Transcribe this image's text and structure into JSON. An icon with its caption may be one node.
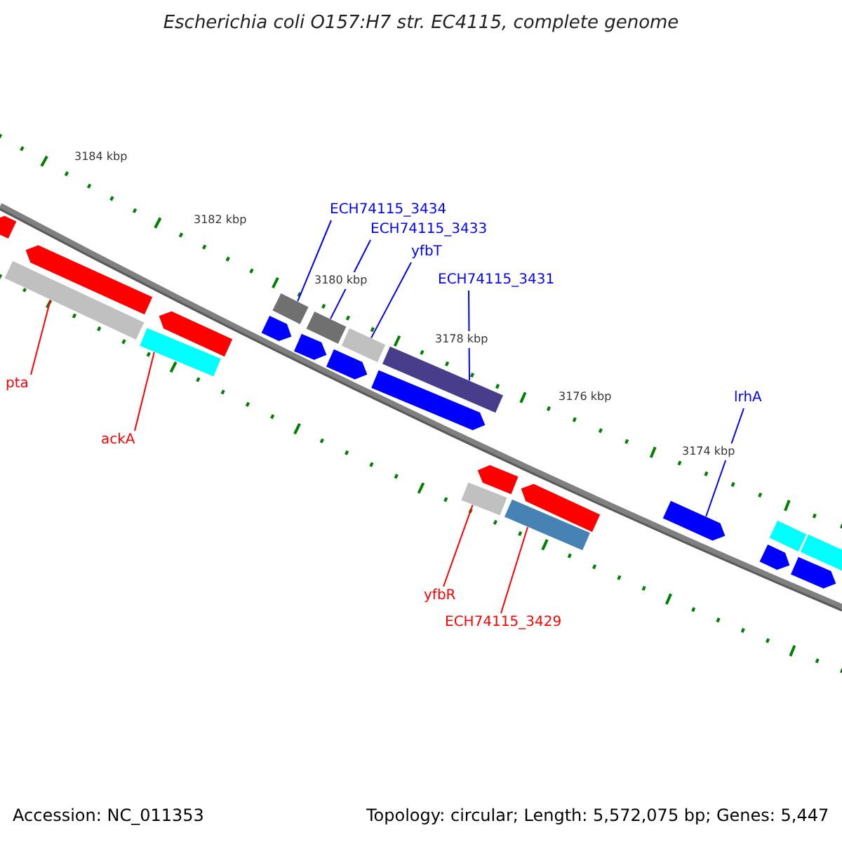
{
  "diagram": {
    "title": "Escherichia coli O157:H7 str. EC4115, complete genome",
    "nodes": [
      {
        "text": [
          "ECH74115_3434"
        ]
      },
      {
        "text": [
          "ECH74115_3433"
        ]
      },
      {
        "text": [
          "yfbT"
        ]
      },
      {
        "text": [
          "ECH74115_3431"
        ]
      },
      {
        "text": [
          "lrhA"
        ]
      },
      {
        "text": [
          "pta"
        ]
      },
      {
        "text": [
          "ackA"
        ]
      },
      {
        "text": [
          "yfbR"
        ]
      },
      {
        "text": [
          "ECH74115_3429"
        ]
      },
      {
        "text": [],
        "shape": "bar"
      },
      {
        "text": [],
        "shape": "bar"
      },
      {
        "text": [],
        "shape": "bar"
      },
      {
        "text": [],
        "shape": "bar"
      },
      {
        "text": [],
        "shape": "bar"
      },
      {
        "text": [],
        "shape": "bar"
      },
      {
        "text": [],
        "shape": "bar"
      },
      {
        "text": [],
        "shape": "bar"
      },
      {
        "text": [],
        "shape": "bar"
      }
    ],
    "edges": [
      {
        "from": 0,
        "to": 9,
        "arrow": "none"
      },
      {
        "from": 1,
        "to": 10,
        "arrow": "none"
      },
      {
        "from": 2,
        "to": 11,
        "arrow": "none"
      },
      {
        "from": 3,
        "to": 12,
        "arrow": "none"
      },
      {
        "from": 4,
        "to": 13,
        "arrow": "none"
      },
      {
        "from": 5,
        "to": 14,
        "arrow": "none",
        "color": "#ff0000"
      },
      {
        "from": 6,
        "to": 15,
        "arrow": "none",
        "color": "#ff0000"
      },
      {
        "from": 7,
        "to": 16,
        "arrow": "none",
        "color": "#ff0000"
      },
      {
        "from": 8,
        "to": 17,
        "arrow": "none",
        "color": "#ff0000"
      }
    ],
    "labels": [
      "3184 kbp",
      "3182 kbp",
      "3180 kbp",
      "3178 kbp",
      "3176 kbp",
      "3174 kbp",
      "Accession: NC_011353",
      "Topology: circular; Length: 5,572,075 bp; Genes: 5,447"
    ]
  }
}
